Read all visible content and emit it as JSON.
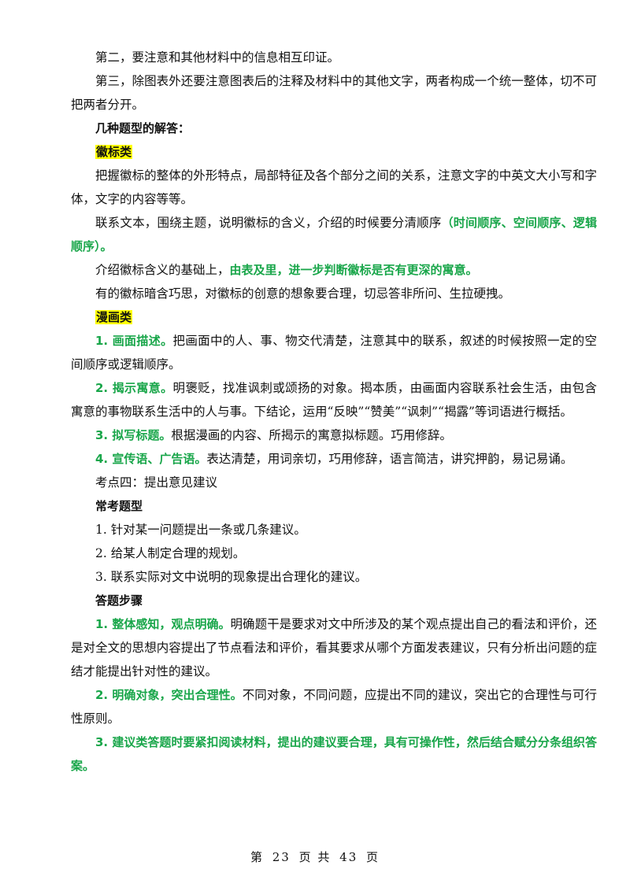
{
  "paragraphs": {
    "p1": "第二，要注意和其他材料中的信息相互印证。",
    "p2": "第三，除图表外还要注意图表后的注释及材料中的其他文字，两者构成一个统一整体，切不可把两者分开。",
    "p3": "几种题型的解答：",
    "p4": "徽标类",
    "p5": "把握徽标的整体的外形特点，局部特征及各个部分之间的关系，注意文字的中英文大小写和字体，文字的内容等等。",
    "p6a": "联系文本，围绕主题，说明徽标的含义，介绍的时候要分清顺序",
    "p6b": "（时间顺序、空间顺序、逻辑顺序）。",
    "p7a": "介绍徽标含义的基础上，",
    "p7b": "由表及里，进一步判断徽标是否有更深的寓意。",
    "p8": "有的徽标暗含巧思，对徽标的创意的想象要合理，切忌答非所问、生拉硬拽。",
    "p9": "漫画类",
    "p10a": "1. 画面描述。",
    "p10b": "把画面中的人、事、物交代清楚，注意其中的联系，叙述的时候按照一定的空间顺序或逻辑顺序。",
    "p11a": "2. 揭示寓意。",
    "p11b": "明褒贬，找准讽刺或颂扬的对象。揭本质，由画面内容联系社会生活，由包含寓意的事物联系生活中的人与事。下结论，运用“反映”“赞美”“讽刺”“揭露”等词语进行概括。",
    "p12a": "3. 拟写标题。",
    "p12b": "根据漫画的内容、所揭示的寓意拟标题。巧用修辞。",
    "p13a": "4. 宣传语、广告语。",
    "p13b": "表达清楚，用词亲切，巧用修辞，语言简洁，讲究押韵，易记易诵。",
    "p14": "考点四：提出意见建议",
    "p15": "常考题型",
    "p16": "1. 针对某一问题提出一条或几条建议。",
    "p17": "2. 给某人制定合理的规划。",
    "p18": "3. 联系实际对文中说明的现象提出合理化的建议。",
    "p19": "答题步骤",
    "p20a": "1. 整体感知，观点明确。",
    "p20b": "明确题干是要求对文中所涉及的某个观点提出自己的看法和评价，还是对全文的思想内容提出了节点看法和评价，看其要求从哪个方面发表建议，只有分析出问题的症结才能提出针对性的建议。",
    "p21a": "2. 明确对象，突出合理性。",
    "p21b": "不同对象，不同问题，应提出不同的建议，突出它的合理性与可行性原则。",
    "p22": "3. 建议类答题时要紧扣阅读材料，提出的建议要合理，具有可操作性，然后结合赋分分条组织答案。"
  },
  "footer": {
    "prefix": "第",
    "page": "23",
    "middle": "页  共",
    "total": "43",
    "suffix": "页"
  },
  "colors": {
    "accent_green": "#19a64a",
    "highlight_yellow": "#ffff00"
  }
}
